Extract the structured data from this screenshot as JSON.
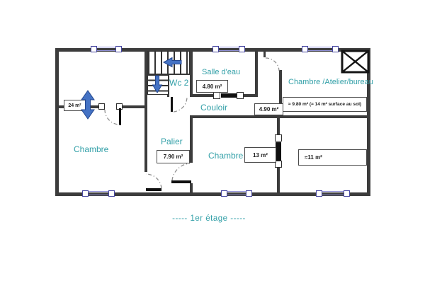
{
  "title": "floor-plan-1er-etage",
  "caption": "-----   1er étage   -----",
  "colors": {
    "teal": "#33a0a8",
    "wall": "#3c3c3c",
    "win_rail": "#9090d8",
    "win_border": "#4646a0",
    "arrow": "#4472c4",
    "arc": "#8f8f8f"
  },
  "rooms": {
    "chambre_left": {
      "label": "Chambre",
      "area": "24 m²"
    },
    "palier": {
      "label": "Palier",
      "area": "7.90 m²"
    },
    "wc": {
      "label": "Wc 2"
    },
    "salle_eau": {
      "label": "Salle d'eau",
      "area": "4.80 m²"
    },
    "couloir": {
      "label": "Couloir",
      "area": "4.90 m²"
    },
    "chambre_bottom": {
      "label": "Chambre",
      "area": "13 m²"
    },
    "chambre_right": {
      "area": "≈11 m²"
    },
    "atelier": {
      "label": "Chambre /Atelier/bureau",
      "area": "≈ 9.80 m² (≈ 14 m² surface au sol)"
    }
  },
  "icons": {
    "double_arrow": "blue vertical double-headed arrow through wall",
    "stair_up_arrow": "blue arrow pointing left on upper flight",
    "stair_down_arrow": "blue arrow pointing down on lower flight",
    "crossed_box": "crossed square (shaft/chimney) at top-right corner"
  }
}
